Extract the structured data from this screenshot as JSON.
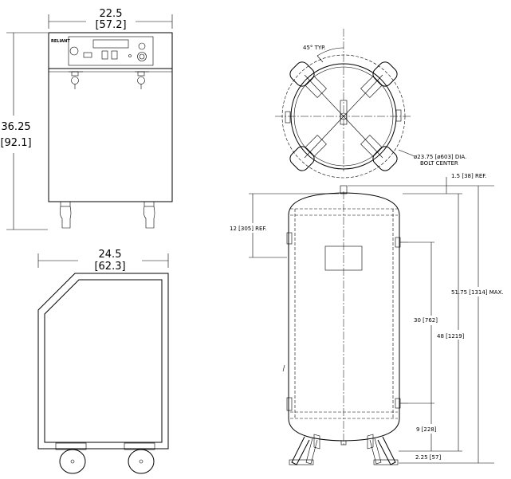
{
  "front_view": {
    "brand": "RELIANT",
    "width_in": "22.5",
    "width_cm": "[57.2]",
    "height_in": "36.25",
    "height_cm": "[92.1]"
  },
  "top_view": {
    "depth_in": "24.5",
    "depth_cm": "[62.3]"
  },
  "tank_top": {
    "angle_label": "45° TYP.",
    "bolt_circle_line1": "ø23.75 [ø603] DIA.",
    "bolt_circle_line2": "BOLT CENTER"
  },
  "tank_elevation": {
    "top_ref": "1.5 [38] REF.",
    "head_ref": "12 [305] REF.",
    "port_span": "30 [762]",
    "overall_span": "48 [1219]",
    "max_height": "51.75 [1314] MAX.",
    "lower_port": "9 [228]",
    "foot_height": "2.25 [57]"
  }
}
